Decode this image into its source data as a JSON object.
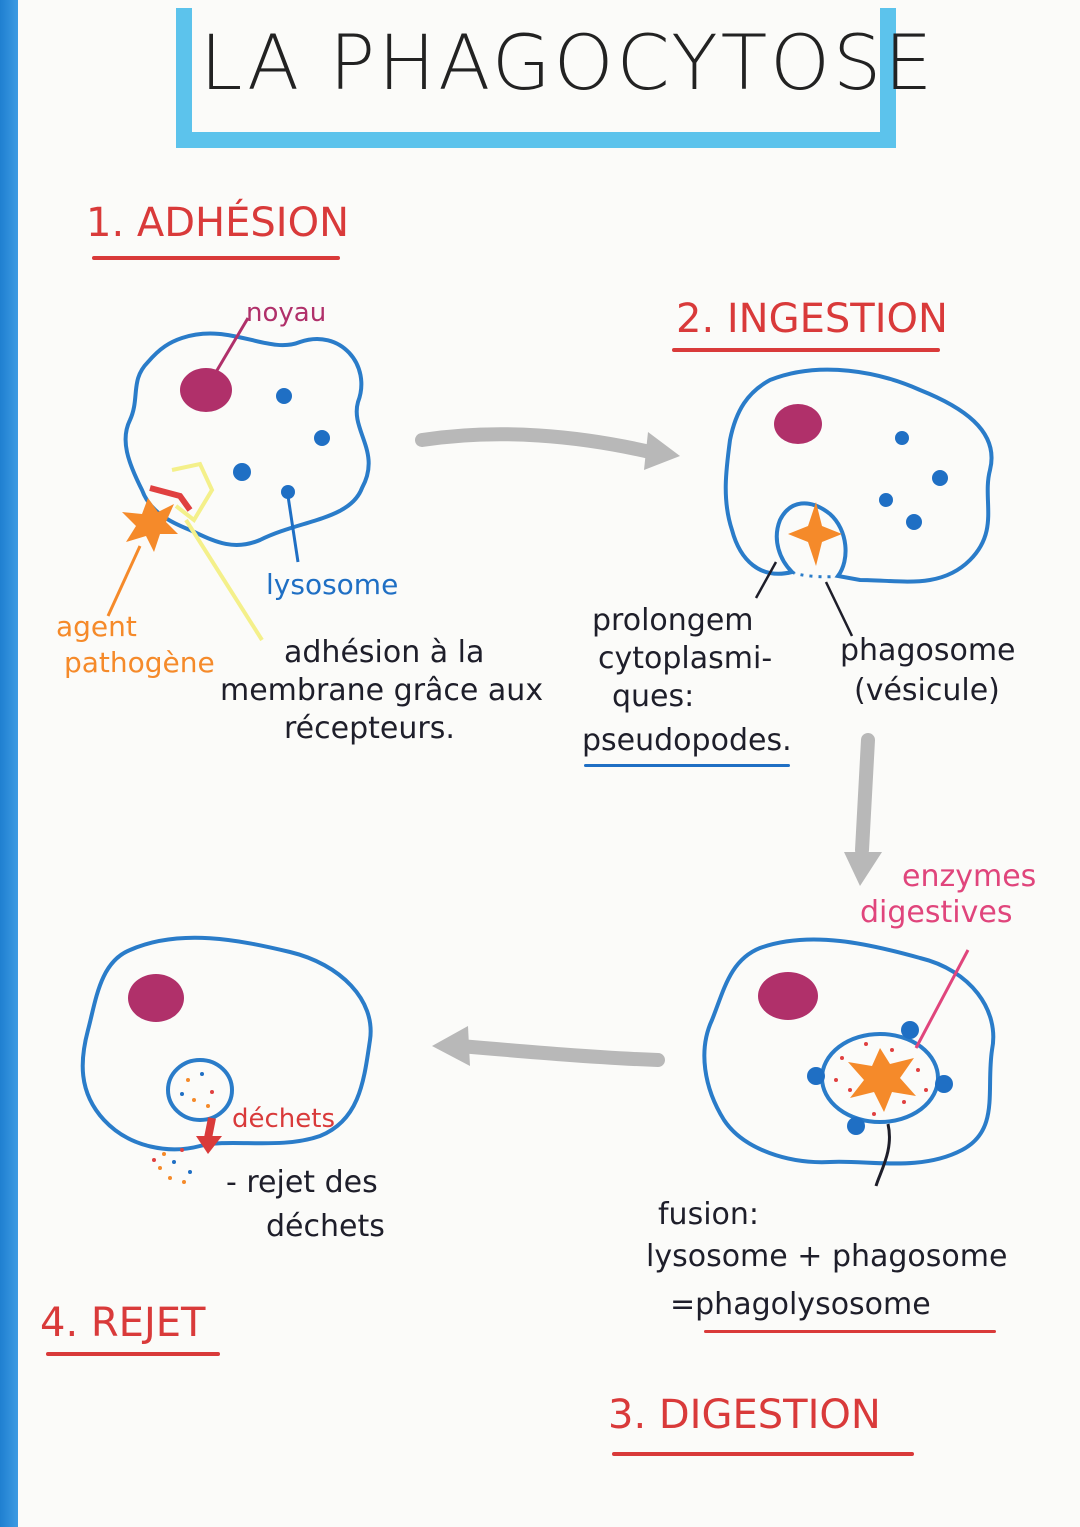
{
  "title": "LA PHAGOCYTOSE",
  "steps": {
    "adhesion": "1. ADHÉSION",
    "ingestion": "2. INGESTION",
    "digestion": "3. DIGESTION",
    "rejet": "4. REJET"
  },
  "labels": {
    "noyau": "noyau",
    "lysosome": "lysosome",
    "agent": "agent",
    "pathogene": "pathogène",
    "adhesion_text_1": "adhésion à la",
    "adhesion_text_2": "membrane grâce aux",
    "adhesion_text_3": "récepteurs.",
    "prolong_1": "prolongem",
    "prolong_2": "cytoplasmi-",
    "prolong_3": "ques:",
    "prolong_4": "pseudopodes.",
    "phagosome_1": "phagosome",
    "phagosome_2": "(vésicule)",
    "enzymes_1": "enzymes",
    "enzymes_2": "digestives",
    "fusion_1": "fusion:",
    "fusion_2": "lysosome + phagosome",
    "fusion_3": "=phagolysosome",
    "dechets": "déchets",
    "rejet_1": "- rejet des",
    "rejet_2": "déchets"
  },
  "colors": {
    "cell_outline": "#2a7cc9",
    "nucleus": "#b0306a",
    "lysosome": "#1f6fc4",
    "pathogen": "#f58a2a",
    "step_red": "#d93a3a",
    "title_frame": "#5cc3ec",
    "pink_label": "#e0457c",
    "arrow_gray": "#b8b8b8"
  }
}
